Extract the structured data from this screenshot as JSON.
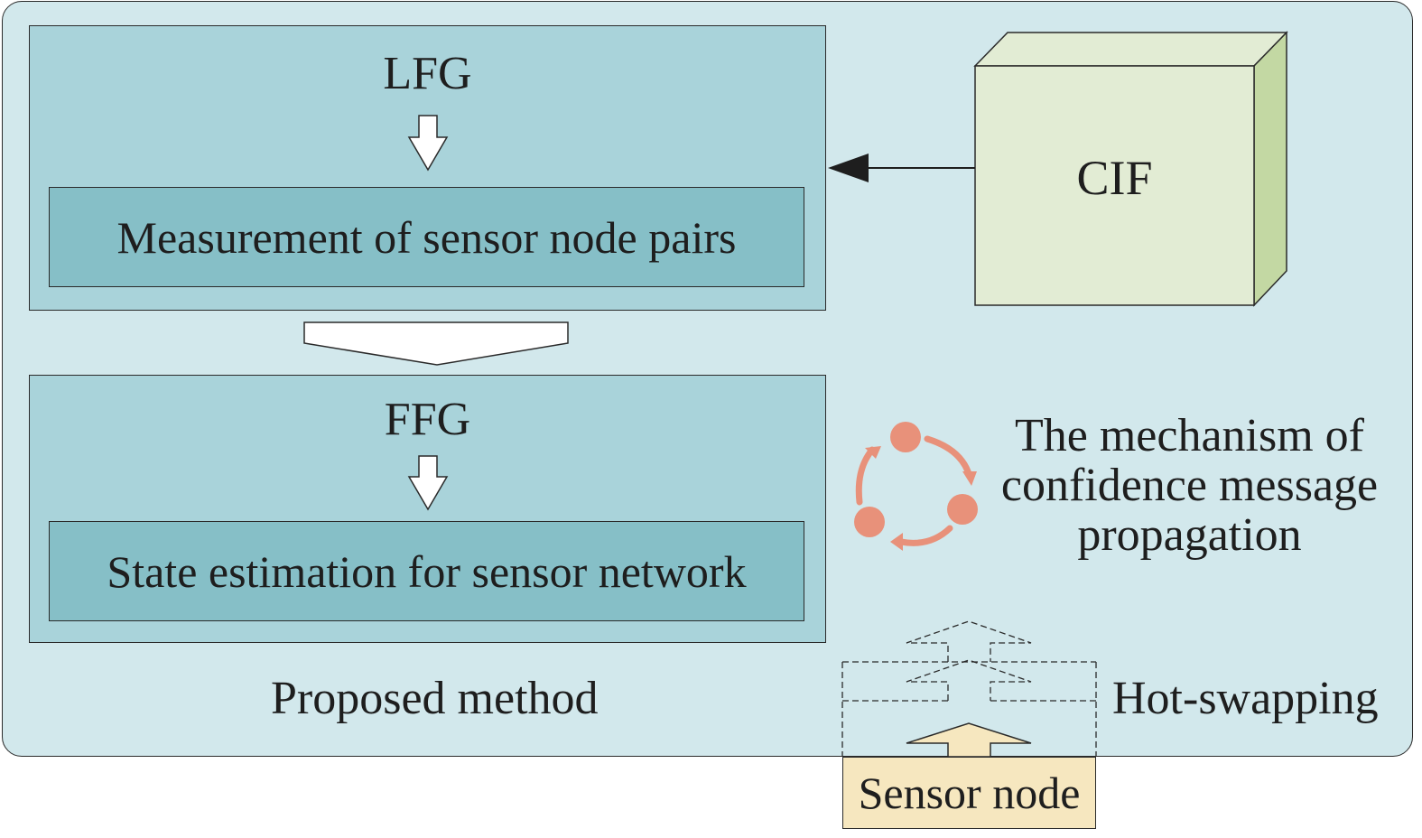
{
  "diagram": {
    "lfg": {
      "title": "LFG",
      "inner_label": "Measurement of sensor node pairs"
    },
    "ffg": {
      "title": "FFG",
      "inner_label": "State estimation for sensor network"
    },
    "cif": {
      "label": "CIF"
    },
    "mechanism": {
      "line1": "The mechanism of",
      "line2": "confidence message",
      "line3": "propagation"
    },
    "proposed_label": "Proposed method",
    "hot_swapping_label": "Hot-swapping",
    "sensor_node_label": "Sensor node",
    "colors": {
      "outer_panel": "#d2e8ec",
      "group_box": "#a9d3da",
      "inner_box": "#86bfc7",
      "cif_front": "#e2ecd4",
      "cif_side": "#c3d8a3",
      "sensor_node": "#f6e7bf",
      "cycle_icon": "#e8917a"
    }
  }
}
